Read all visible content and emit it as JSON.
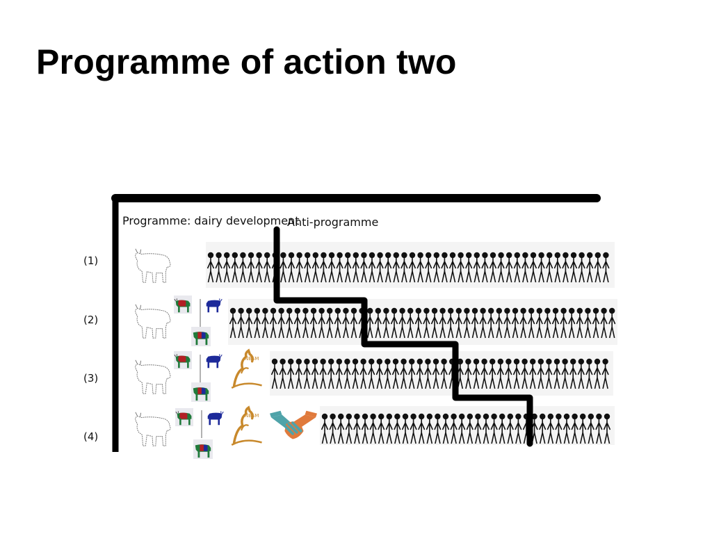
{
  "slide": {
    "title": "Programme of action two"
  },
  "diagram": {
    "programme_label": "Programme: dairy development",
    "anti_programme_label": "Anti-programme",
    "rows": [
      {
        "label": "(1)",
        "programme_elements": [
          "white-cow"
        ]
      },
      {
        "label": "(2)",
        "programme_elements": [
          "white-cow",
          "colored-cows"
        ]
      },
      {
        "label": "(3)",
        "programme_elements": [
          "white-cow",
          "colored-cows",
          "dairy-logo"
        ]
      },
      {
        "label": "(4)",
        "programme_elements": [
          "white-cow",
          "colored-cows",
          "dairy-logo",
          "handshake"
        ]
      }
    ],
    "logo_text": "NBSM",
    "colors": {
      "line": "#000000",
      "cow_red": "#b21f24",
      "cow_green": "#1f7a3a",
      "cow_blue": "#1d2a9a",
      "logo_gold": "#c8892c",
      "handshake_teal": "#4fa3a9",
      "handshake_orange": "#e07a3c"
    },
    "icons": [
      "cow-icon",
      "person-icon",
      "dairy-logo-icon",
      "handshake-icon"
    ]
  }
}
